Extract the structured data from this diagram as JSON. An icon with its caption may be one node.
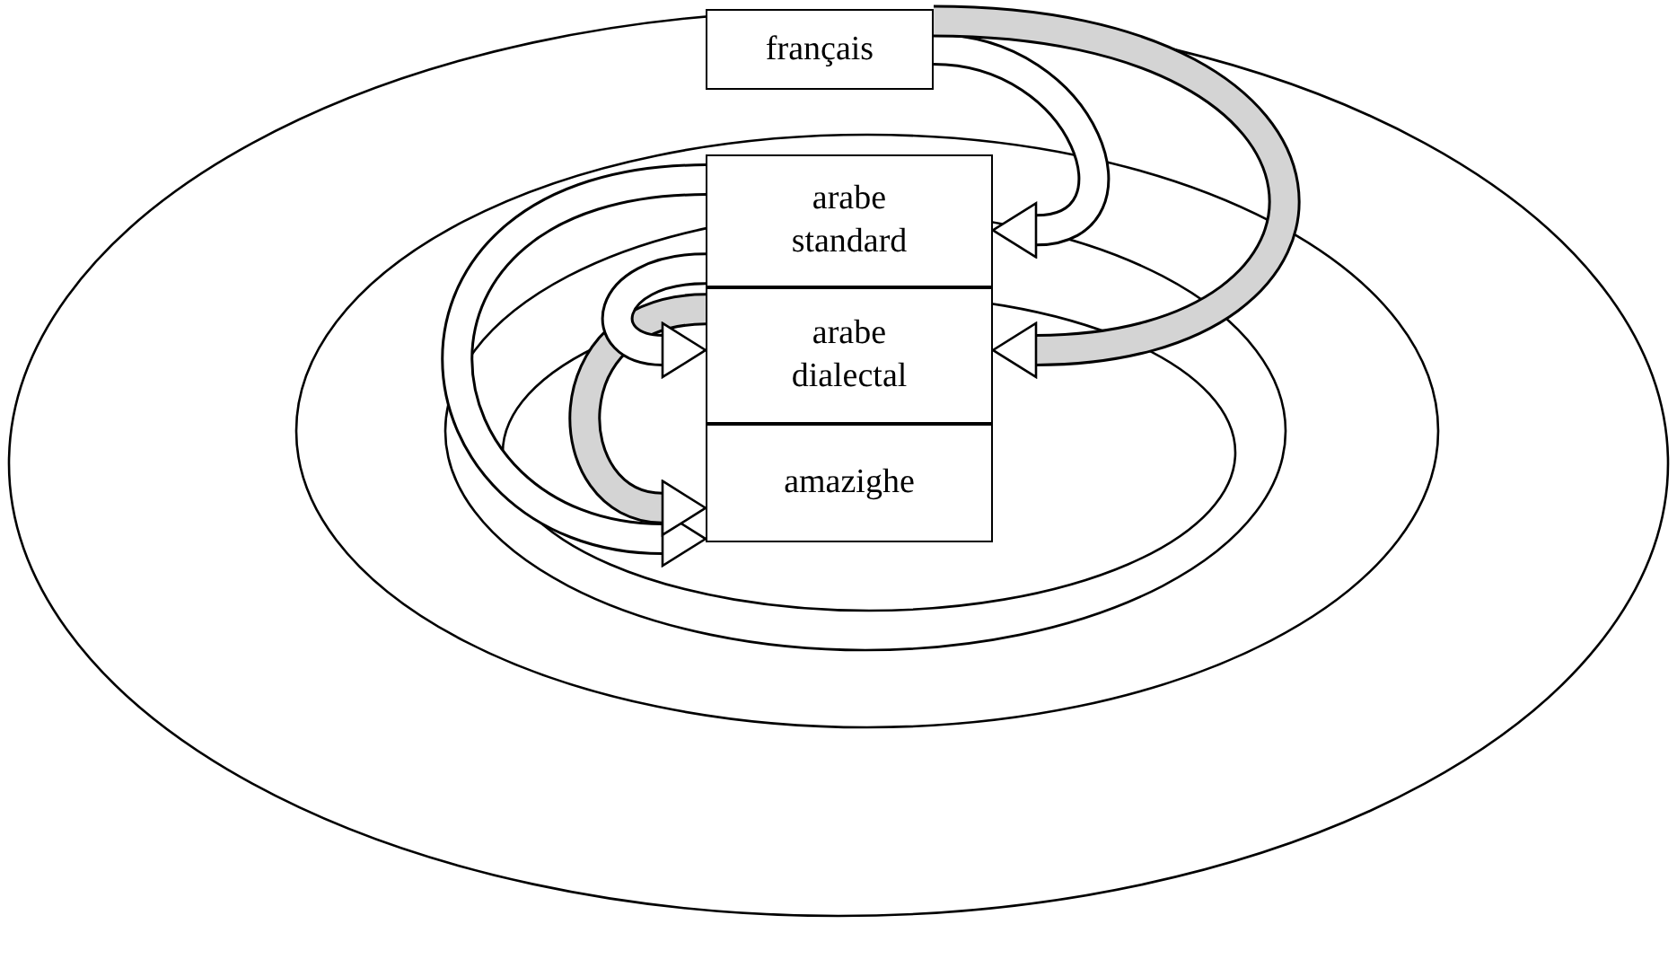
{
  "diagram": {
    "nodes": [
      {
        "text": [
          "français"
        ]
      },
      {
        "text": [
          "arabe standard"
        ]
      },
      {
        "text": [
          "arabe dialectal"
        ]
      },
      {
        "text": [
          "amazighe"
        ]
      }
    ],
    "edges": [
      {
        "from": 0,
        "to": 1,
        "arrow": "to"
      },
      {
        "from": 0,
        "to": 2,
        "arrow": "to"
      },
      {
        "from": 1,
        "to": 3,
        "arrow": "to"
      },
      {
        "from": 2,
        "to": 3,
        "arrow": "to"
      },
      {
        "from": 1,
        "to": 2,
        "arrow": "to"
      }
    ]
  }
}
